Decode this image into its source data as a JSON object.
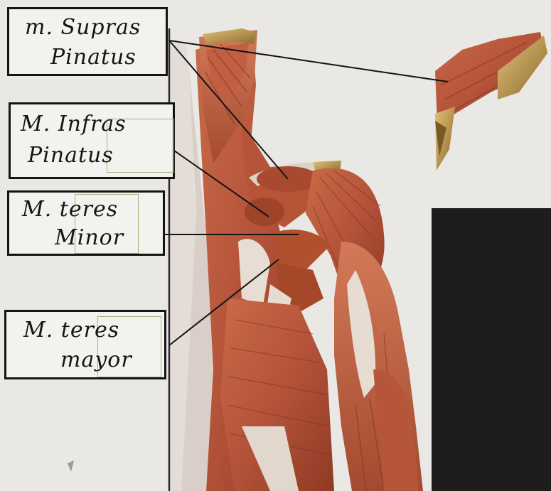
{
  "labels": [
    {
      "id": "supraspinatus",
      "line1": "m. Supras",
      "line2": "Pinatus"
    },
    {
      "id": "infraspinatus",
      "line1": "M. Infras",
      "line2": "Pinatus"
    },
    {
      "id": "teres-minor",
      "line1": "M. teres",
      "line2": "Minor"
    },
    {
      "id": "teres-major",
      "line1": "M. teres",
      "line2": "mayor"
    }
  ],
  "colors": {
    "ink": "#141414",
    "muscle": "#b9573a",
    "muscle_dark": "#8e3a24",
    "muscle_light": "#d98766",
    "tendon": "#e6dcd2",
    "bone": "#c9a65a",
    "dark_panel": "#1f1c1c"
  }
}
